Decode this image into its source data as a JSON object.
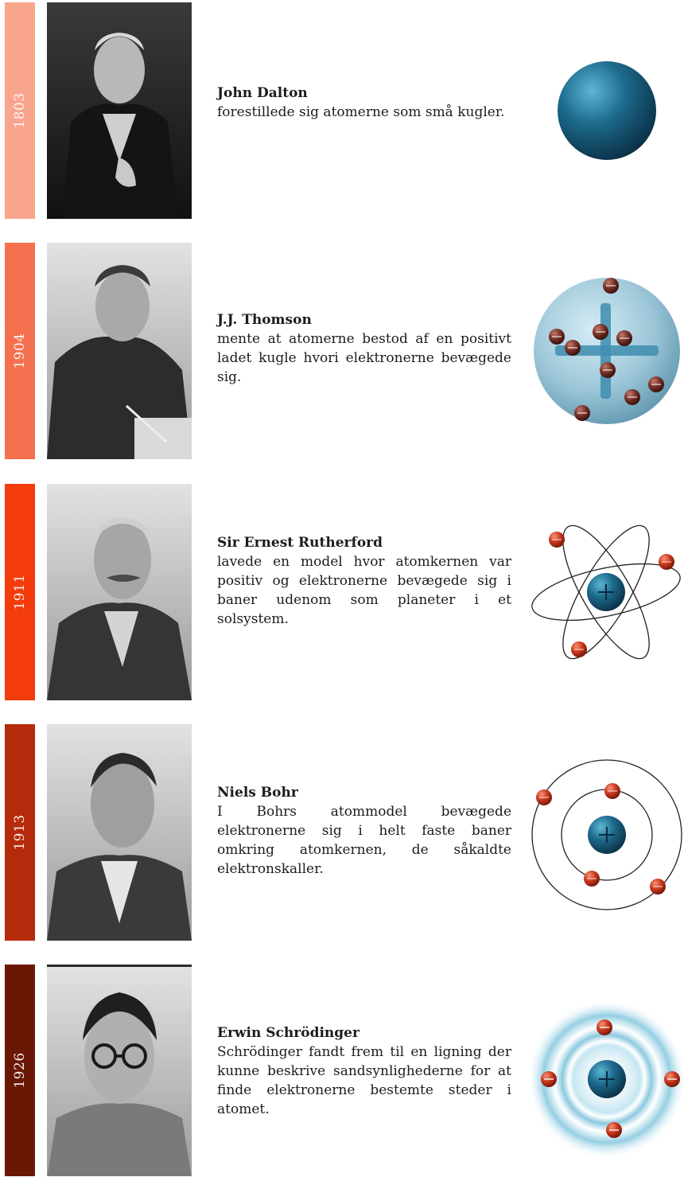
{
  "entries": [
    {
      "year": "1803",
      "color": "#f9a48c",
      "name": "John Dalton",
      "text": "forestillede sig atomerne som små kugler.",
      "model": "solid-sphere"
    },
    {
      "year": "1904",
      "color": "#f4704e",
      "name": "J.J. Thomson",
      "text": "mente at atomerne bestod af en positivt ladet kugle hvori elektronerne bevægede sig.",
      "model": "plum-pudding"
    },
    {
      "year": "1911",
      "color": "#f33b0b",
      "name": "Sir Ernest Rutherford",
      "text": "lavede en model hvor atomkernen var positiv og elektronerne bevægede sig i baner udenom som planeter i et solsystem.",
      "model": "planetary"
    },
    {
      "year": "1913",
      "color": "#b52a0a",
      "name": "Niels Bohr",
      "text": "I Bohrs atommodel bevægede elektronerne sig i helt faste baner omkring atomkernen, de såkaldte elektronskaller.",
      "model": "shells"
    },
    {
      "year": "1926",
      "color": "#6a1805",
      "name": "Erwin Schrödinger",
      "text": "Schrödinger fandt frem til en ligning der kunne beskrive sandsynlighederne for at finde elektronerne bestemte steder i atomet.",
      "model": "electron-cloud"
    }
  ],
  "colors": {
    "nucleus": "#1d6a8c",
    "electron": "#c8361c"
  }
}
